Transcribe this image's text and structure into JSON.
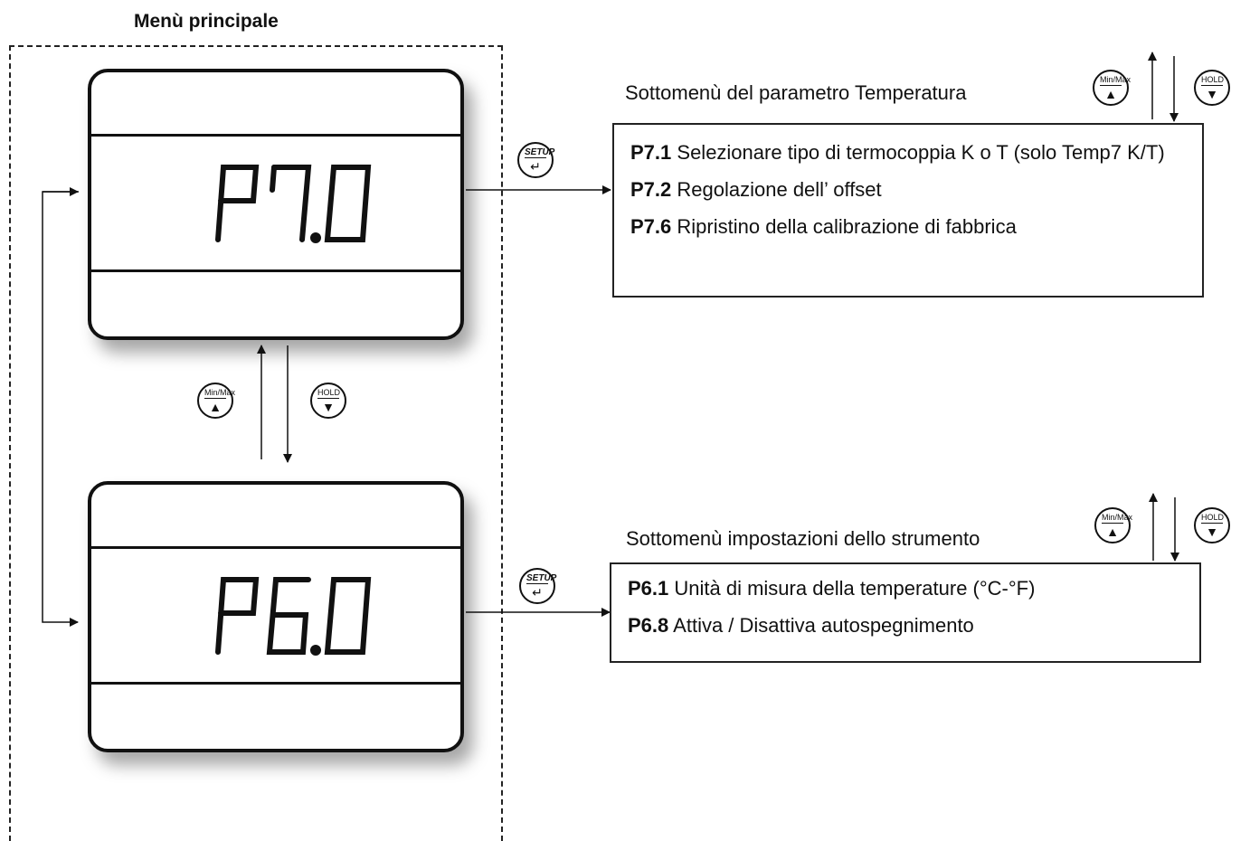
{
  "main_menu": {
    "title": "Menù principale"
  },
  "displays": [
    {
      "code": "P7.0"
    },
    {
      "code": "P6.0"
    }
  ],
  "buttons": {
    "minmax": {
      "label": "Min/Max",
      "icon": "up-triangle-icon"
    },
    "hold": {
      "label": "HOLD",
      "icon": "down-triangle-icon"
    },
    "setup": {
      "label": "SETUP",
      "icon": "enter-arrow-icon"
    }
  },
  "submenus": [
    {
      "title": "Sottomenù del parametro Temperatura",
      "items": [
        {
          "code": "P7.1",
          "text": "Selezionare tipo di termocoppia K o T (solo Temp7 K/T)"
        },
        {
          "code": "P7.2",
          "text": "Regolazione dell’ offset"
        },
        {
          "code": "P7.6",
          "text": "Ripristino della calibrazione di fabbrica"
        }
      ]
    },
    {
      "title": "Sottomenù impostazioni dello strumento",
      "items": [
        {
          "code": "P6.1",
          "text": "Unità di misura della temperature (°C-°F)"
        },
        {
          "code": "P6.8",
          "text": "Attiva / Disattiva autospegnimento"
        }
      ]
    }
  ]
}
